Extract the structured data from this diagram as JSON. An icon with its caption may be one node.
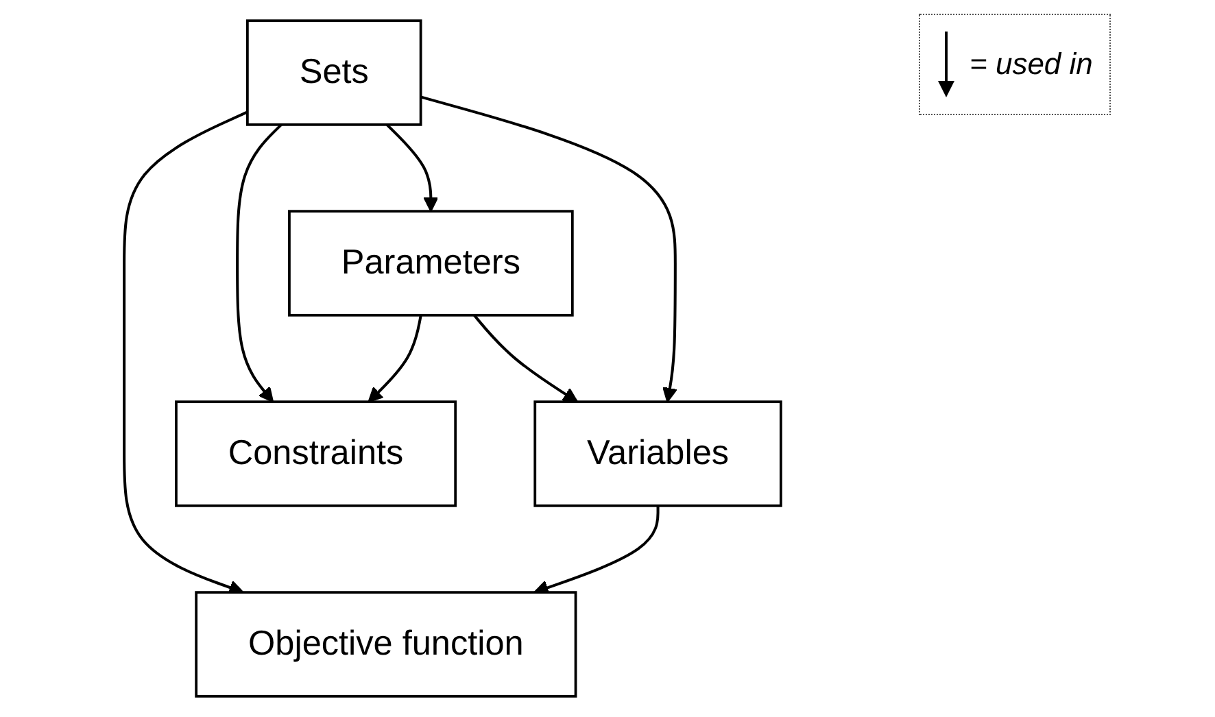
{
  "diagram": {
    "nodes": [
      {
        "text": [
          "Sets"
        ]
      },
      {
        "text": [
          "Parameters"
        ]
      },
      {
        "text": [
          "Constraints"
        ]
      },
      {
        "text": [
          "Variables"
        ]
      },
      {
        "text": [
          "Objective function"
        ]
      }
    ],
    "edges": [
      {
        "from": 0,
        "to": 4,
        "arrow": "to"
      },
      {
        "from": 0,
        "to": 2,
        "arrow": "to"
      },
      {
        "from": 0,
        "to": 1,
        "arrow": "to"
      },
      {
        "from": 0,
        "to": 3,
        "arrow": "to"
      },
      {
        "from": 1,
        "to": 2,
        "arrow": "to"
      },
      {
        "from": 1,
        "to": 3,
        "arrow": "to"
      },
      {
        "from": 3,
        "to": 4,
        "arrow": "to"
      }
    ],
    "legend": [
      {
        "text": "= used in"
      }
    ]
  }
}
